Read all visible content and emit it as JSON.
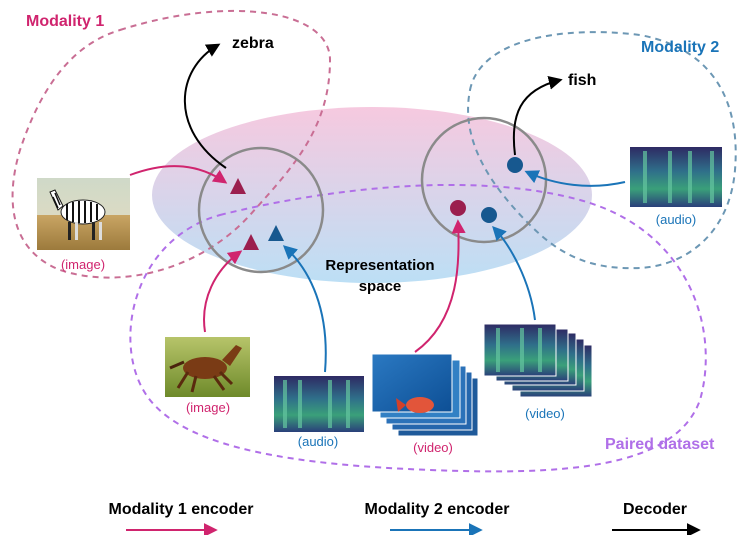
{
  "colors": {
    "modality1": "#d0246e",
    "modality2": "#1a74b8",
    "decoder": "#000000",
    "paired": "#b06fe8",
    "m1_outline": "#c96e94",
    "m2_outline": "#6c97b4",
    "space_top": "#f6c9df",
    "space_bottom": "#bcdff5",
    "triangle_m1": "#9b1f4e",
    "triangle_m2": "#17588f",
    "circle_m1": "#9b1f4e",
    "circle_m2": "#17588f"
  },
  "labels": {
    "modality1": "Modality 1",
    "modality2": "Modality 2",
    "paired": "Paired dataset",
    "zebra": "zebra",
    "fish": "fish",
    "space_line1": "Representation",
    "space_line2": "space"
  },
  "captions": {
    "zebra_image": "(image)",
    "horse_image": "(image)",
    "paired_audio": "(audio)",
    "paired_video_fish": "(video)",
    "paired_video_spec": "(video)",
    "m2_audio": "(audio)"
  },
  "legend": {
    "m1_encoder": "Modality 1 encoder",
    "m2_encoder": "Modality 2 encoder",
    "decoder": "Decoder"
  },
  "icons": [
    "zebra-image",
    "horse-image",
    "fish-video",
    "spectrogram"
  ]
}
